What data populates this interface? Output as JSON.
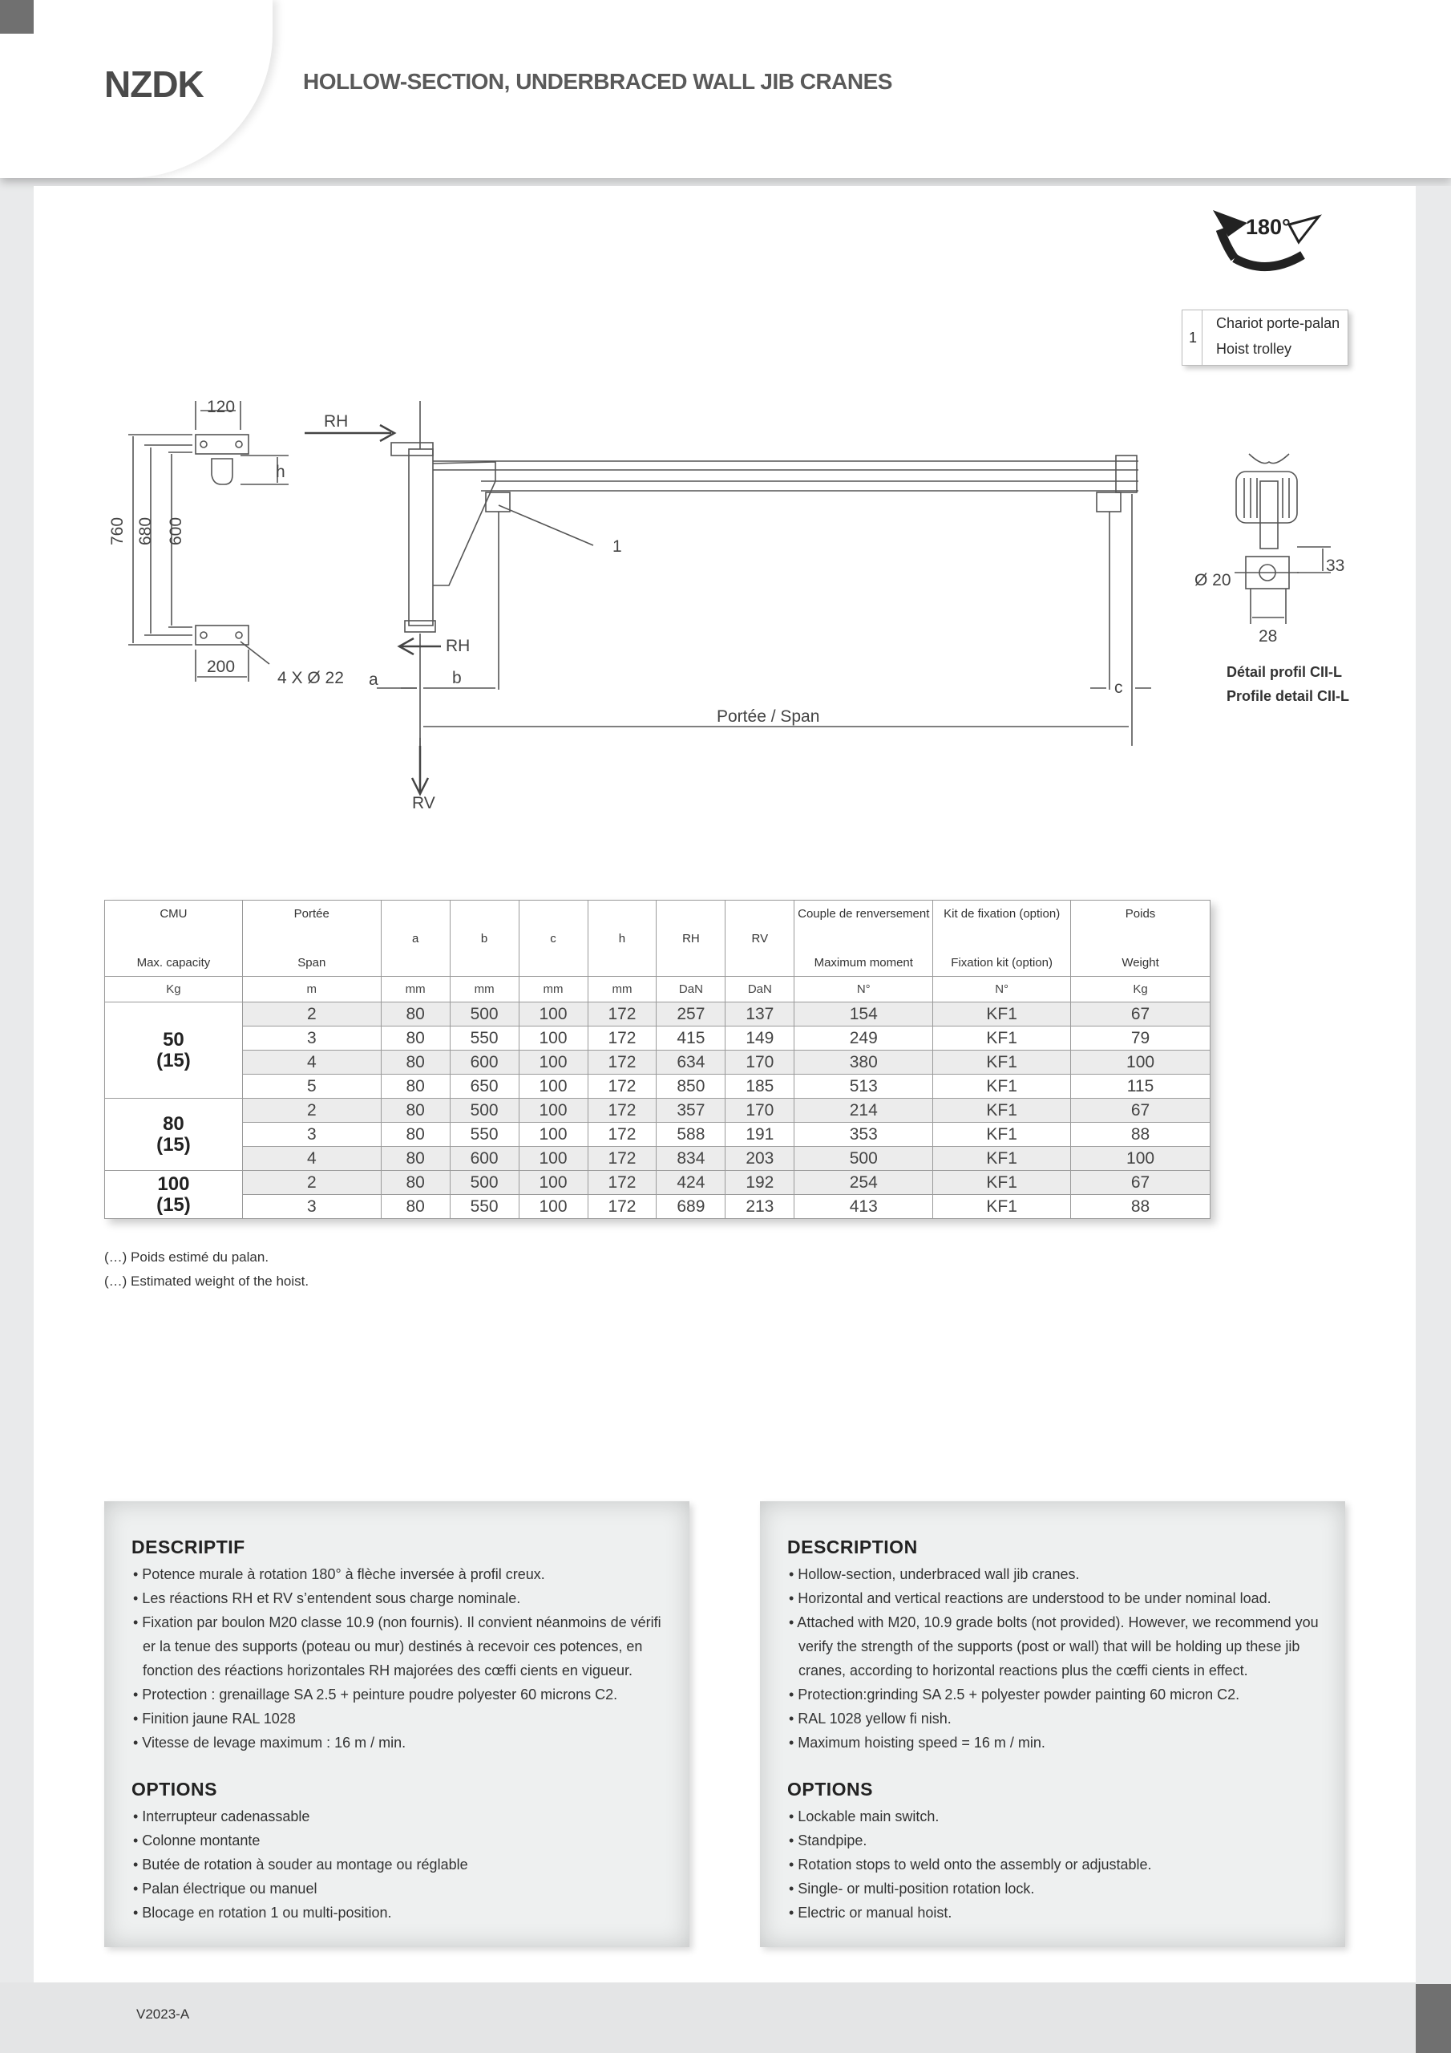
{
  "header": {
    "code": "NZDK",
    "title": "HOLLOW-SECTION, UNDERBRACED WALL JIB CRANES"
  },
  "rotation": {
    "label": "180°"
  },
  "legend": {
    "number": "1",
    "fr": "Chariot porte-palan",
    "en": "Hoist trolley"
  },
  "drawing": {
    "dims": {
      "w120": "120",
      "h": "h",
      "d760": "760",
      "d680": "680",
      "d600": "600",
      "w200": "200",
      "holes": "4 X Ø 22",
      "a": "a",
      "b": "b",
      "c": "c",
      "span": "Portée / Span",
      "rh_top": "RH",
      "rh_bottom": "RH",
      "rv": "RV",
      "callout": "1"
    },
    "profile": {
      "d20": "Ø 20",
      "d33": "33",
      "d28": "28",
      "caption_fr": "Détail profil CII-L",
      "caption_en": "Profile detail CII-L"
    }
  },
  "table": {
    "headers": [
      {
        "fr": "CMU",
        "en": "Max. capacity"
      },
      {
        "fr": "Portée",
        "en": "Span"
      },
      {
        "single": "a"
      },
      {
        "single": "b"
      },
      {
        "single": "c"
      },
      {
        "single": "h"
      },
      {
        "single": "RH"
      },
      {
        "single": "RV"
      },
      {
        "fr": "Couple de renversement",
        "en": "Maximum moment"
      },
      {
        "fr": "Kit de fixation (option)",
        "en": "Fixation kit (option)"
      },
      {
        "fr": "Poids",
        "en": "Weight"
      }
    ],
    "units": [
      "Kg",
      "m",
      "mm",
      "mm",
      "mm",
      "mm",
      "DaN",
      "DaN",
      "N°",
      "N°",
      "Kg"
    ],
    "groups": [
      {
        "cmu": "50",
        "hoist": "(15)",
        "rows": [
          [
            "2",
            "80",
            "500",
            "100",
            "172",
            "257",
            "137",
            "154",
            "KF1",
            "67"
          ],
          [
            "3",
            "80",
            "550",
            "100",
            "172",
            "415",
            "149",
            "249",
            "KF1",
            "79"
          ],
          [
            "4",
            "80",
            "600",
            "100",
            "172",
            "634",
            "170",
            "380",
            "KF1",
            "100"
          ],
          [
            "5",
            "80",
            "650",
            "100",
            "172",
            "850",
            "185",
            "513",
            "KF1",
            "115"
          ]
        ]
      },
      {
        "cmu": "80",
        "hoist": "(15)",
        "rows": [
          [
            "2",
            "80",
            "500",
            "100",
            "172",
            "357",
            "170",
            "214",
            "KF1",
            "67"
          ],
          [
            "3",
            "80",
            "550",
            "100",
            "172",
            "588",
            "191",
            "353",
            "KF1",
            "88"
          ],
          [
            "4",
            "80",
            "600",
            "100",
            "172",
            "834",
            "203",
            "500",
            "KF1",
            "100"
          ]
        ]
      },
      {
        "cmu": "100",
        "hoist": "(15)",
        "rows": [
          [
            "2",
            "80",
            "500",
            "100",
            "172",
            "424",
            "192",
            "254",
            "KF1",
            "67"
          ],
          [
            "3",
            "80",
            "550",
            "100",
            "172",
            "689",
            "213",
            "413",
            "KF1",
            "88"
          ]
        ]
      }
    ]
  },
  "notes": {
    "fr": "(…) Poids estimé du palan.",
    "en": "(…) Estimated weight of the hoist."
  },
  "panel_fr": {
    "title": "DESCRIPTIF",
    "items": [
      "• Potence murale à rotation 180° à flèche inversée à profil creux.",
      "• Les réactions RH et RV s’entendent sous charge nominale.",
      "• Fixation par boulon M20 classe 10.9 (non fournis). Il convient néanmoins de vérifi er la tenue des supports (poteau ou mur) destinés à recevoir ces potences, en fonction des réactions horizontales RH majorées des cœffi cients en vigueur.",
      "• Protection : grenaillage SA 2.5 + peinture poudre polyester 60 microns C2.",
      "• Finition jaune RAL 1028",
      "• Vitesse de levage maximum : 16 m / min."
    ],
    "options_title": "OPTIONS",
    "options": [
      "• Interrupteur cadenassable",
      "• Colonne montante",
      "• Butée de rotation à souder au montage ou réglable",
      "• Palan électrique ou manuel",
      "• Blocage en rotation 1 ou multi-position."
    ]
  },
  "panel_en": {
    "title": "DESCRIPTION",
    "items": [
      "• Hollow-section, underbraced wall jib cranes.",
      "• Horizontal and vertical reactions are understood to be under nominal load.",
      "• Attached with M20, 10.9 grade bolts (not provided). However, we recommend you verify the strength of the supports (post or wall) that will be holding up these jib cranes, according to horizontal reactions plus the cœffi cients in effect.",
      "• Protection:grinding SA 2.5 + polyester powder painting 60 micron C2.",
      "• RAL 1028 yellow fi nish.",
      "• Maximum hoisting speed = 16 m / min."
    ],
    "options_title": "OPTIONS",
    "options": [
      "• Lockable main switch.",
      "• Standpipe.",
      "• Rotation stops to weld onto the assembly or adjustable.",
      "• Single- or multi-position rotation lock.",
      "• Electric or manual hoist."
    ]
  },
  "footer": {
    "version": "V2023-A"
  }
}
